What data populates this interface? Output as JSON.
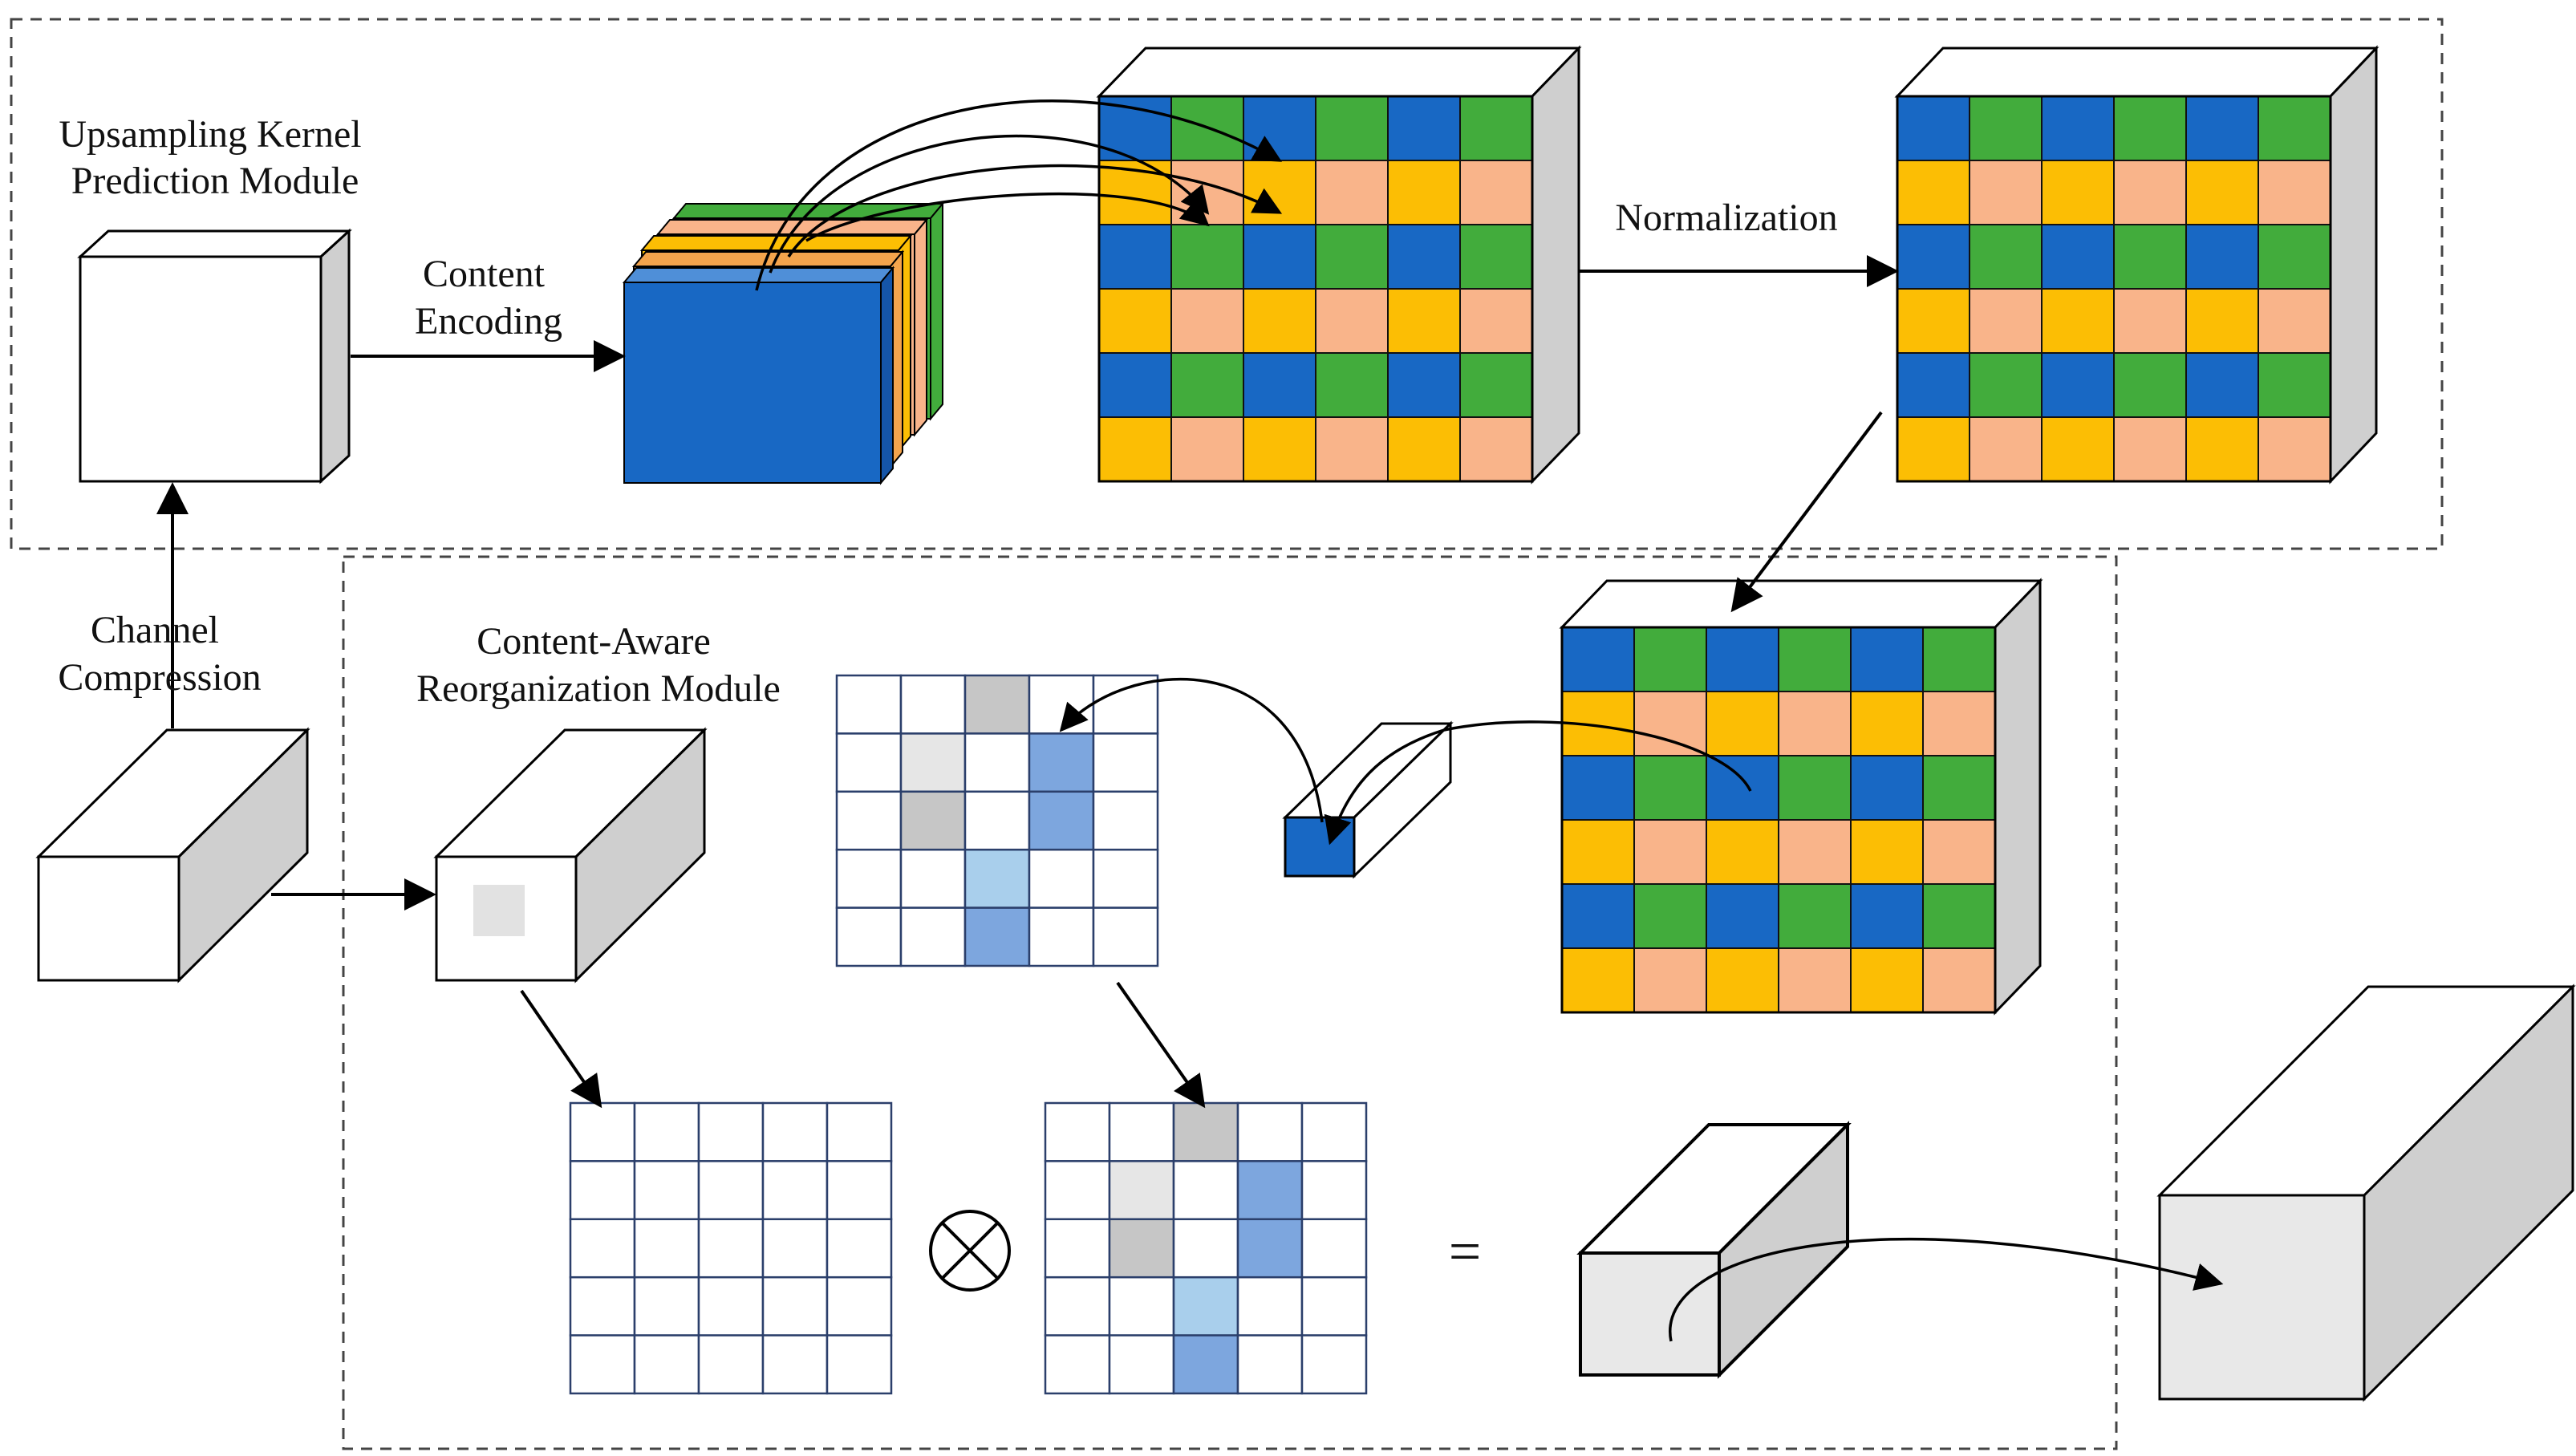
{
  "labels": {
    "kernel_prediction": [
      "Upsampling Kernel",
      "Prediction Module"
    ],
    "content_encoding": [
      "Content",
      "Encoding"
    ],
    "normalization": "Normalization",
    "channel_compression": [
      "Channel",
      "Compression"
    ],
    "reorganization": [
      "Content-Aware",
      "Reorganization Module"
    ],
    "equals": "="
  },
  "colors": {
    "blue": "#1868c4",
    "green": "#42ac3c",
    "yellow": "#fcbe04",
    "salmon": "#f9b48a",
    "orange": "#f4a44c",
    "side_gray": "#cfcfcf",
    "light_gray": "#e6e6e6",
    "mid_gray": "#c6c6c6",
    "light_blue": "#a9cfec",
    "mid_blue": "#7da6de",
    "grid_line": "#2b3f6b"
  },
  "kernel_pattern": [
    [
      "blue",
      "green",
      "blue",
      "green",
      "blue",
      "green"
    ],
    [
      "yellow",
      "salmon",
      "yellow",
      "salmon",
      "yellow",
      "salmon"
    ]
  ],
  "sparse_kernel": {
    "rows": 5,
    "cols": 5,
    "cells": [
      {
        "r": 0,
        "c": 2,
        "color": "mid_gray"
      },
      {
        "r": 1,
        "c": 1,
        "color": "light_gray"
      },
      {
        "r": 1,
        "c": 3,
        "color": "mid_blue"
      },
      {
        "r": 2,
        "c": 1,
        "color": "mid_gray"
      },
      {
        "r": 2,
        "c": 3,
        "color": "mid_blue"
      },
      {
        "r": 3,
        "c": 2,
        "color": "light_blue"
      },
      {
        "r": 4,
        "c": 2,
        "color": "mid_blue"
      }
    ]
  },
  "operator_symbol": "multiply-circle"
}
